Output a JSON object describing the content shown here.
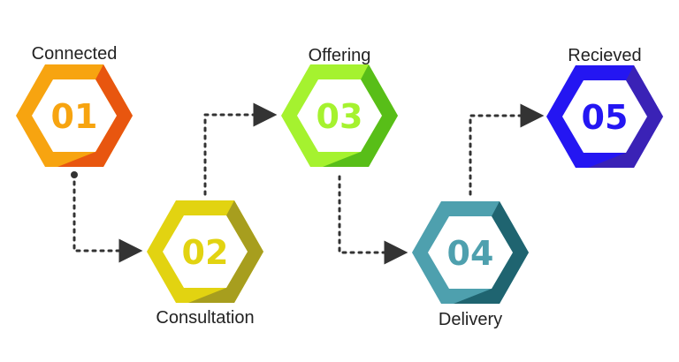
{
  "steps": [
    {
      "number": "01",
      "label": "Connected",
      "color": "#F7A410",
      "shade": "#E8560F",
      "text_color": "#F7A410"
    },
    {
      "number": "02",
      "label": "Consultation",
      "color": "#E2D311",
      "shade": "#A79E1E",
      "text_color": "#E2D311"
    },
    {
      "number": "03",
      "label": "Offering",
      "color": "#A5F22F",
      "shade": "#58BE18",
      "text_color": "#A5F22F"
    },
    {
      "number": "04",
      "label": "Delivery",
      "color": "#4EA0AE",
      "shade": "#1F6470",
      "text_color": "#4EA0AE"
    },
    {
      "number": "05",
      "label": "Recieved",
      "color": "#2416F2",
      "shade": "#3A22B6",
      "text_color": "#2416F2"
    }
  ],
  "connector_color": "#333333"
}
